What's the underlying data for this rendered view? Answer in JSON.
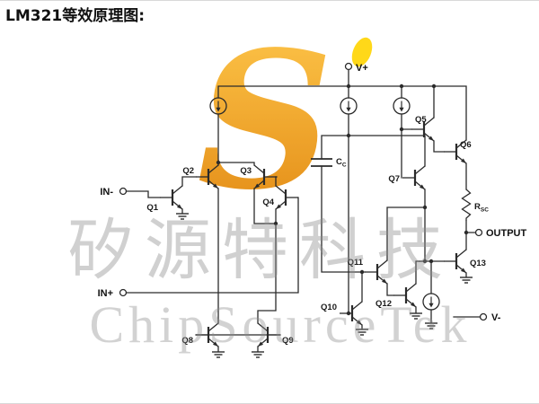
{
  "title": "LM321等效原理图:",
  "watermark": {
    "logo_letter": "S",
    "cn": "矽源特科技",
    "en": "ChipSourceTek"
  },
  "colors": {
    "logo_top": "#ffc43d",
    "logo_bottom": "#e07f00",
    "spark_yellow": "#ffd400",
    "watermark_gray": "#8c8c8c",
    "wire": "#2b2b2b"
  },
  "schematic": {
    "terminals": {
      "v_plus": "V+",
      "v_minus": "V-",
      "in_minus": "IN-",
      "in_plus": "IN+",
      "output": "OUTPUT"
    },
    "labels": {
      "q1": "Q1",
      "q2": "Q2",
      "q3": "Q3",
      "q4": "Q4",
      "q5": "Q5",
      "q6": "Q6",
      "q7": "Q7",
      "q8": "Q8",
      "q9": "Q9",
      "q10": "Q10",
      "q11": "Q11",
      "q12": "Q12",
      "q13": "Q13",
      "cc_main": "C",
      "cc_sub": "C",
      "rsc_main": "R",
      "rsc_sub": "SC"
    }
  }
}
